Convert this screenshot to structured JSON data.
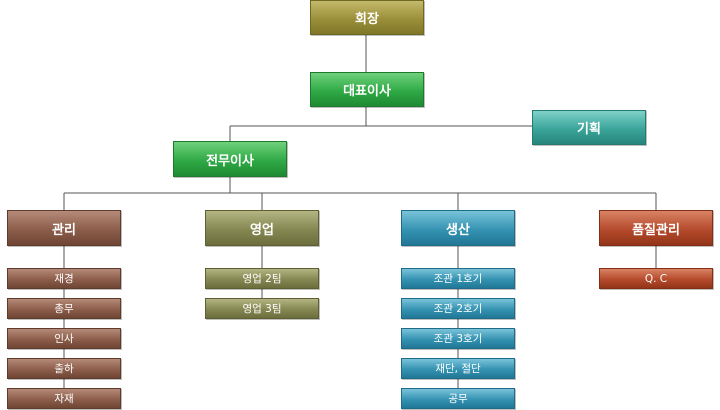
{
  "org": {
    "chairman": "회장",
    "ceo": "대표이사",
    "planning": "기획",
    "executive_director": "전무이사",
    "departments": {
      "management": {
        "label": "관리",
        "teams": [
          "재경",
          "총무",
          "인사",
          "출하",
          "자재"
        ]
      },
      "sales": {
        "label": "영업",
        "teams": [
          "영업 2팀",
          "영업 3팀"
        ]
      },
      "production": {
        "label": "생산",
        "teams": [
          "조관 1호기",
          "조관 2호기",
          "조관 3호기",
          "재단, 절단",
          "공무"
        ]
      },
      "quality": {
        "label": "품질관리",
        "teams": [
          "Q. C"
        ]
      }
    }
  },
  "colors": {
    "connector": "#555555",
    "chairman": "#9b8f3a",
    "ceo": "#2faa45",
    "planning": "#3aa49a",
    "management": "#8c5e4b",
    "sales": "#868853",
    "production": "#3593b2",
    "quality": "#b54a2c"
  }
}
